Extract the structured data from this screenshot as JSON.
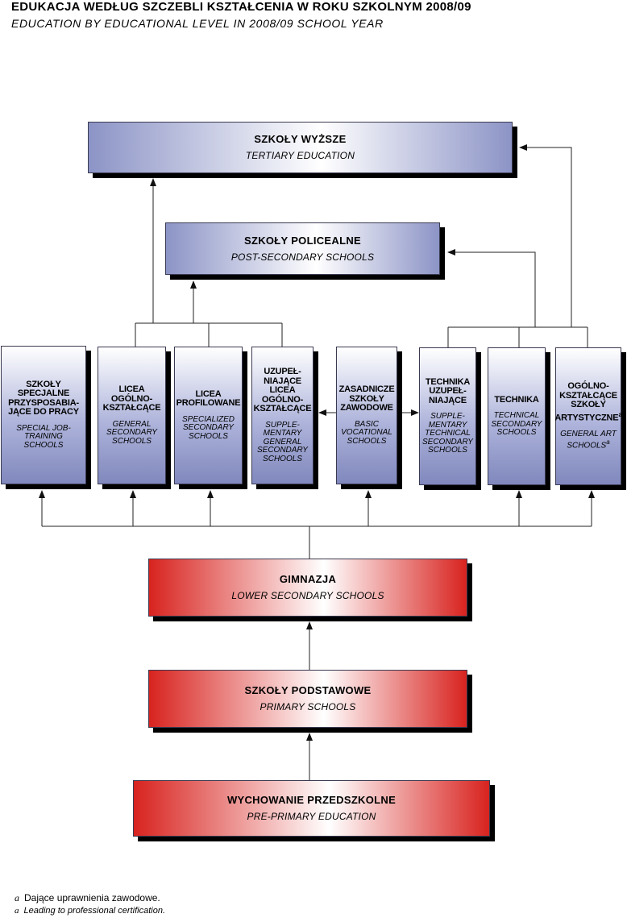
{
  "title": {
    "pl": "EDUKACJA  WEDŁUG  SZCZEBLI  KSZTAŁCENIA W  ROKU  SZKOLNYM  2008/09",
    "en": "EDUCATION  BY  EDUCATIONAL  LEVEL  IN  2008/09  SCHOOL  YEAR"
  },
  "boxes": {
    "tertiary": {
      "pl": "SZKOŁY  WYŻSZE",
      "en": "TERTIARY  EDUCATION"
    },
    "post_secondary": {
      "pl": "SZKOŁY  POLICEALNE",
      "en": "POST-SECONDARY  SCHOOLS"
    },
    "special_job": {
      "pl": "SZKOŁY SPECJALNE PRZYSPOSABIA-JĄCE DO PRACY",
      "en": "SPECIAL JOB-TRAINING SCHOOLS"
    },
    "general_secondary": {
      "pl": "LICEA OGÓLNO-KSZTAŁCĄCE",
      "en": "GENERAL SECONDARY SCHOOLS"
    },
    "specialized_secondary": {
      "pl": "LICEA PROFILOWANE",
      "en": "SPECIALIZED SECONDARY SCHOOLS"
    },
    "supplementary_general": {
      "pl": "UZUPEŁ-NIAJĄCE LICEA OGÓLNO-KSZTAŁCĄCE",
      "en": "SUPPLE-MENTARY GENERAL SECONDARY SCHOOLS"
    },
    "basic_vocational": {
      "pl": "ZASADNICZE SZKOŁY ZAWODOWE",
      "en": "BASIC VOCATIONAL SCHOOLS"
    },
    "supplementary_technical": {
      "pl": "TECHNIKA UZUPEŁ-NIAJĄCE",
      "en": "SUPPLE-MENTARY TECHNICAL SECONDARY SCHOOLS"
    },
    "technical_secondary": {
      "pl": "TECHNIKA",
      "en": "TECHNICAL SECONDARY SCHOOLS"
    },
    "general_art": {
      "pl": "OGÓLNO-KSZTAŁCĄCE SZKOŁY ARTYSTYCZNE",
      "en": "GENERAL ART SCHOOLS",
      "mark": "a"
    },
    "lower_secondary": {
      "pl": "GIMNAZJA",
      "en": "LOWER  SECONDARY SCHOOLS"
    },
    "primary": {
      "pl": "SZKOŁY  PODSTAWOWE",
      "en": "PRIMARY  SCHOOLS"
    },
    "pre_primary": {
      "pl": "WYCHOWANIE  PRZEDSZKOLNE",
      "en": "PRE-PRIMARY  EDUCATION"
    }
  },
  "footnote": {
    "mark": "a",
    "pl": "Dające uprawnienia zawodowe.",
    "en": "Leading to professional certification."
  },
  "colors": {
    "blue": "#8c94c6",
    "red": "#d8231f",
    "line": "#222222"
  }
}
